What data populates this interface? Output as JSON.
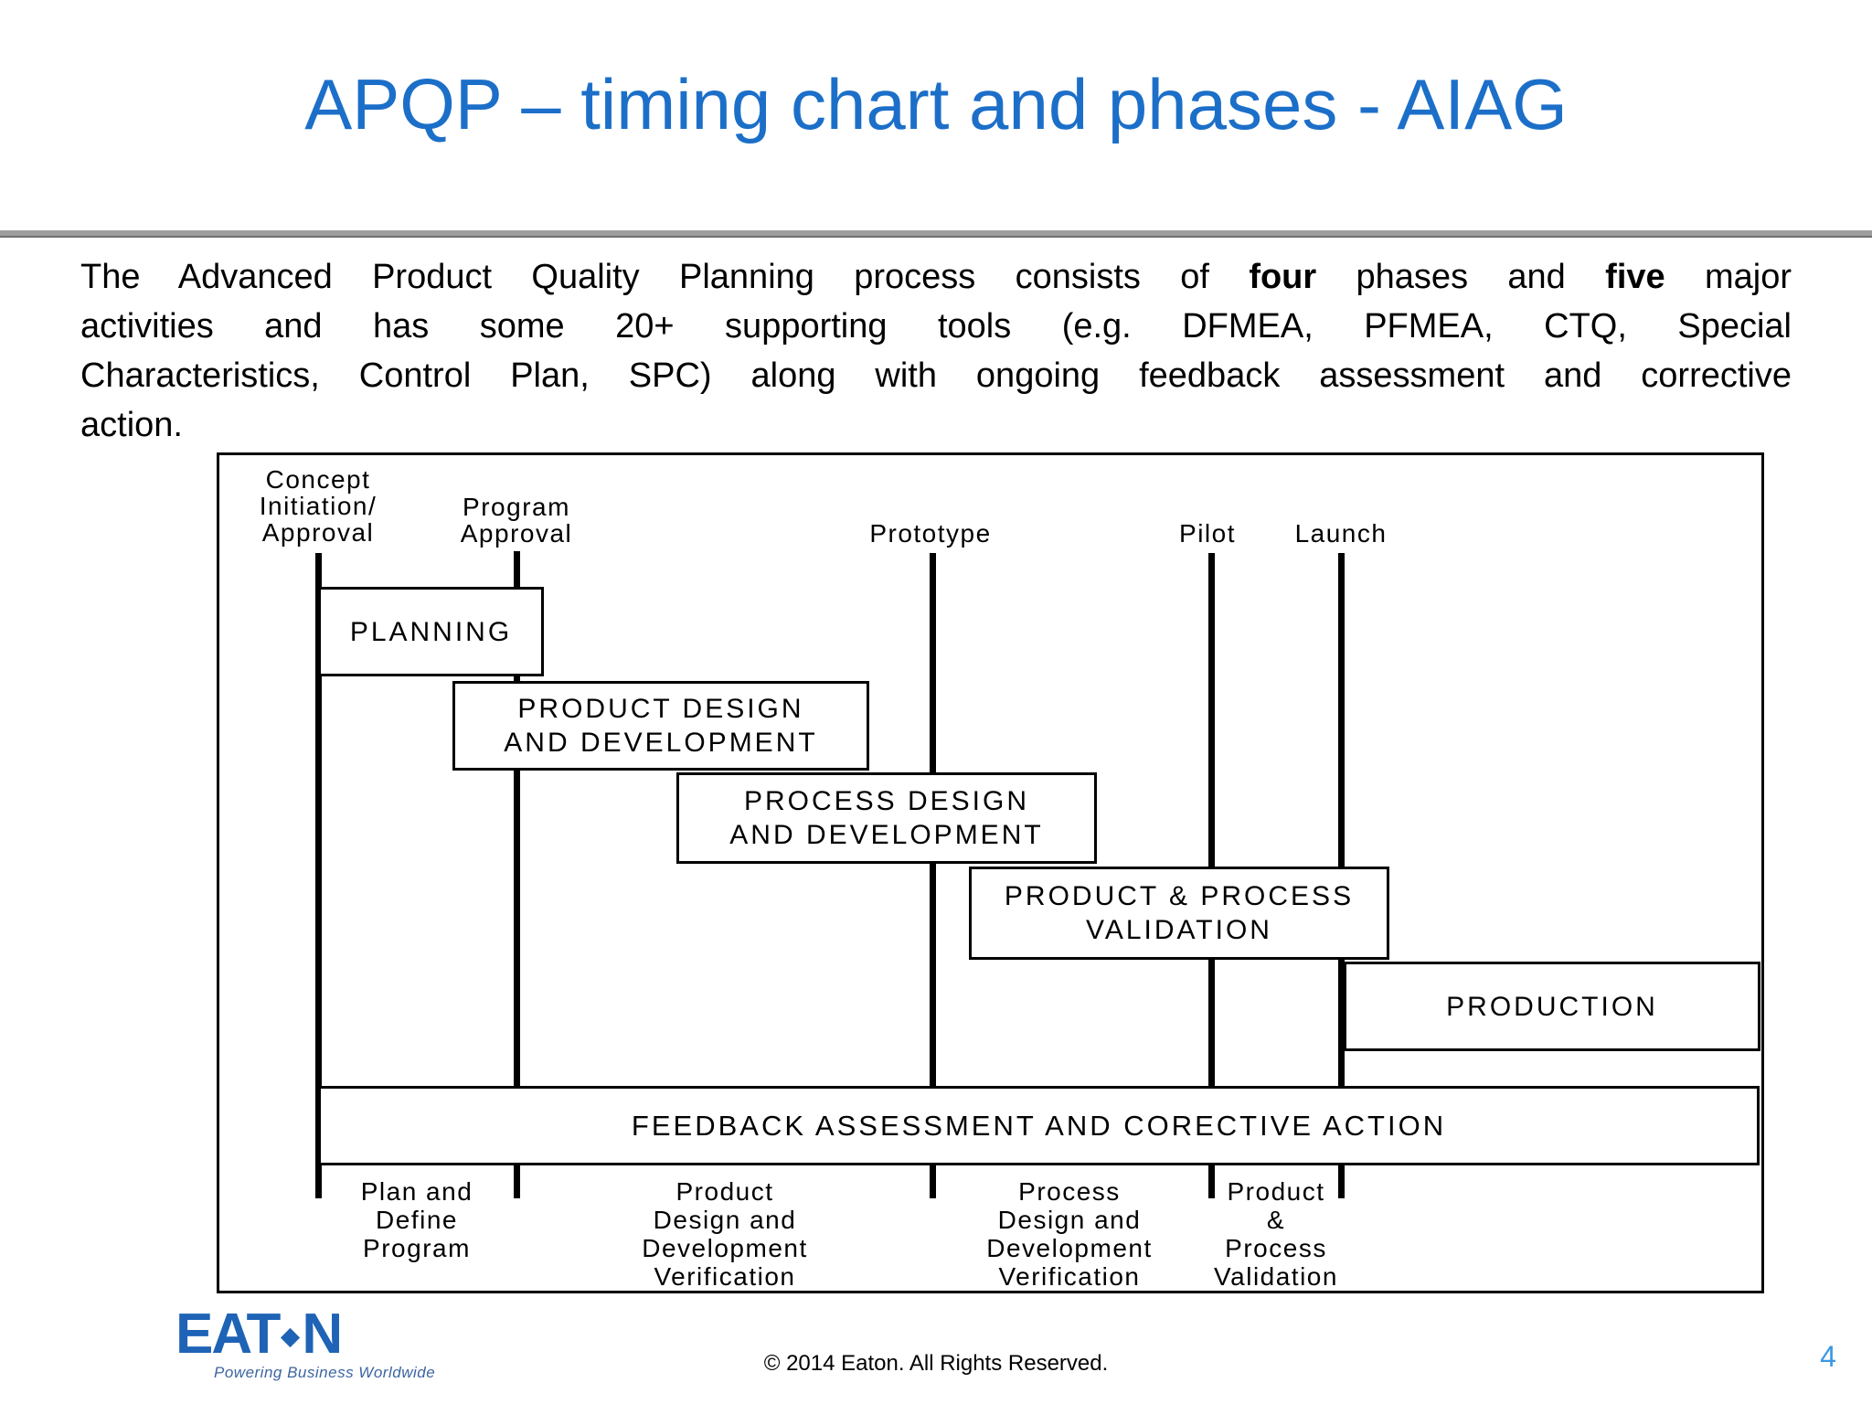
{
  "title": "APQP – timing chart and phases - AIAG",
  "intro": {
    "line1_a": "The Advanced Product Quality Planning process consists of ",
    "line1_bold1": "four",
    "line1_b": " phases and ",
    "line1_bold2": "five",
    "line1_c": " major",
    "line2": "activities and has some 20+ supporting tools (e.g. DFMEA, PFMEA, CTQ, Special",
    "line3": "Characteristics, Control Plan, SPC) along with ongoing feedback assessment and corrective",
    "line4": "action."
  },
  "diagram": {
    "milestones": {
      "concept": "Concept\nInitiation/\nApproval",
      "program": "Program\nApproval",
      "prototype": "Prototype",
      "pilot": "Pilot",
      "launch": "Launch"
    },
    "phases": {
      "planning": "PLANNING",
      "product_design": "PRODUCT DESIGN\nAND DEVELOPMENT",
      "process_design": "PROCESS DESIGN\nAND DEVELOPMENT",
      "validation": "PRODUCT & PROCESS\nVALIDATION",
      "production": "PRODUCTION"
    },
    "feedback": "FEEDBACK ASSESSMENT AND CORECTIVE ACTION",
    "activities": {
      "plan_define": "Plan and\nDefine\nProgram",
      "product_verification": "Product\nDesign and\nDevelopment\nVerification",
      "process_verification": "Process\nDesign and\nDevelopment\nVerification",
      "product_process_validation": "Product\n&\nProcess\nValidation"
    }
  },
  "footer": {
    "logo_text_left": "EAT",
    "logo_text_right": "N",
    "logo_tagline": "Powering Business Worldwide",
    "copyright": "© 2014 Eaton. All Rights Reserved.",
    "page_number": "4"
  },
  "colors": {
    "title_blue": "#1c6fc8",
    "page_number_blue": "#3b97e3",
    "logo_blue": "#1e63b5",
    "divider_gray": "#9e9e9e"
  }
}
